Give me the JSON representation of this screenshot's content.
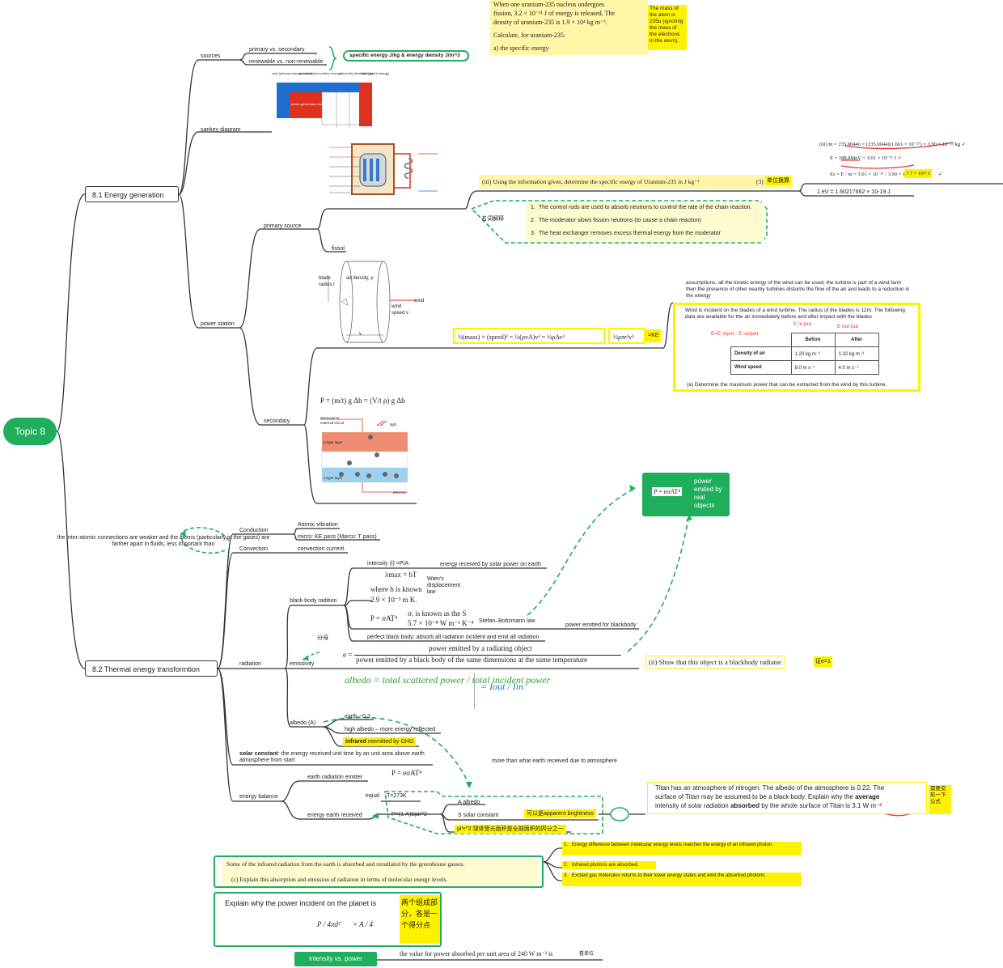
{
  "root": "Topic 8",
  "s81": {
    "title": "8.1 Energy generation",
    "sources": "sources",
    "primary_vs_secondary": "primary vs. secondary",
    "renewable": "renewable vs. non-renewable",
    "specific_energy_pill": "specific energy J/kg & energy density J/m^3",
    "uranium_q": {
      "line1": "When one uranium-235 nucleus undergoes",
      "line2": "fission, 3.2 × 10⁻¹¹ J of energy is released. The",
      "line3": "density of uranium-235 is 1.9 × 10⁴ kg m⁻³.",
      "line4": "Calculate, for uranium-235:",
      "part_a": "a)   the specific energy",
      "note": "The mass of the atom is 235u (ignoring the mass of the electrons in the atom)."
    },
    "sankey": "sankey diagram",
    "sankey_labels": {
      "coal": "coal (primary energy source)",
      "electricity2": "electricity (secondary energy)",
      "electricity3": "electricity (final energy)",
      "light": "light (useful energy)",
      "ppl": "power-generation losses"
    },
    "primary_source": "primary source",
    "fissol": "fissol",
    "q_iii": "(iii) Using the information given, determine the specific energy of Uranium-235 in J kg⁻¹",
    "q_iii_marks": "[3]",
    "q_iii_note": "单位换算",
    "ev": "1 eV = 1.60217662 × 10-19 J",
    "calc": {
      "l1": "(iii) m = 235.0044u = (235.0044)(1.661 × 10⁻²⁷) = 3.90 × 10⁻²⁵ kg ✓",
      "l2": "E = 188.8MeV = 3.01 × 10⁻¹¹ J ✓",
      "l3": "Es = E / m = 3.01 × 10⁻¹¹ / 3.90 × 10⁻²⁵ =",
      "l3_ans": "7.7 × 10¹³ J",
      "tick": "✓"
    },
    "terms_label": "名词解释",
    "terms": [
      {
        "n": "1.",
        "t": "The control rods are used to absorb neutrons to control the rate of the chain reaction."
      },
      {
        "n": "2.",
        "t": "The moderator slows fission neutrons (to cause a chain reaction)"
      },
      {
        "n": "3.",
        "t": "The heat exchanger removes excess thermal energy from the moderator"
      }
    ],
    "power_station": "power station",
    "secondary": "secondary",
    "wind_labels": {
      "blade": "blade radius r",
      "air": "air density, ρ",
      "wind": "wind",
      "speed": "wind speed v",
      "v": "v"
    },
    "wind_formula": "½(mass) × (speed)² = ½(ρvA)v² = ½ρAv³",
    "wind_formula2": "½ρπr²v³",
    "wind_ke": "=KE",
    "assumptions": "assumptions: all the kinetic energy of the wind can be used; the turbine is part of a wind farm then the presence of other nearby turbines disturbs the flow of the air and leads to a reduction in the energy",
    "wind_q": {
      "text": "Wind is incident on the blades of a wind turbine. The radius of the blades is 12m. The following data are available for the air immediately before and after impact with the blades",
      "ein": "E in put",
      "eout": "E out put",
      "eq": "E=E input - E output",
      "headers": [
        "",
        "Before",
        "After"
      ],
      "rows": [
        [
          "Density of air",
          "1.20 kg m⁻³",
          "1.32 kg m⁻³"
        ],
        [
          "Wind speed",
          "8.0 m s⁻¹",
          "4.0 m s⁻¹"
        ]
      ],
      "part_a": "(a)      Determine the maximum power that can be extracted from the wind by this turbine."
    },
    "hydro_formula": "P = (m/t) g Δh = (V/t ρ) g Δh",
    "solar_labels": {
      "el": "electrons to external circuit",
      "light": "light",
      "p": "p-type layer",
      "n": "n-type layer",
      "electron": "electron"
    }
  },
  "s82": {
    "title": "8.2 Thermal energy transformtion",
    "conduction": "Conduction",
    "convection": "Convection",
    "atomic": "Atomic vibration",
    "micro": "micro: KE pass (Marco: T pass)",
    "conv_current": "convection current.",
    "fluids_note": "the inter-atomic connections are weaker and the atoms (particularly in the gases) are farther apart in fluids, less important than",
    "radiation": "radiation",
    "intensity": "intensity (i)   =P/A",
    "solar_recv": "energy received by solar power on earth",
    "bbr": "black body radition",
    "wien_formula": "λmax = bT",
    "wien_b": "where b is known",
    "wien_val": "2.9 × 10⁻³ m K.",
    "wien": "Wien's displacement law",
    "stefan_formula": "P = σAT⁴",
    "sigma": "σ, is known as the S",
    "sigma_val": "5.7 × 10⁻⁸ W m⁻² K⁻⁴",
    "stefan": "Stefan–Boltzmann law",
    "power_bb": "power emitted for blackbody",
    "perfect_bb": "perfect black body: absorb all radiation incident and emit all radiation",
    "real_formula": "P = eσAT⁴",
    "real_label": "power emited by real objects",
    "fenmu": "分母",
    "emissivity": "emissivity",
    "emis_num": "power emitted by a radiating object",
    "emis_den": "power emitted by a black body of the same dimensions at the same temperature",
    "emis_e": "e =",
    "emis_q": "(ii) Show that this object is a blackbody radiator.",
    "emis_q_note": "证e=1",
    "albedo_hand": "albedo = total scattered power / total incident power",
    "albedo_hand_r": "= Iout / Iin",
    "albedo": "albedo (A)",
    "earth03": "earth ~0.3",
    "high_albedo": "high albedo – more energy reflected",
    "infrared": "infrared",
    "reemitted": "reemitted by GHG",
    "solar_const_bold": "solar constant",
    "solar_const": ": the energy received unit time by an unit area above earth atmosphere from start",
    "more_than": "more than what earth received due to atmosphere",
    "energy_balance": "energy balance",
    "earth_emitter": "earth radiation emitter",
    "earth_formula": "P = eσAT⁴",
    "equal": "equal",
    "t273": "T=273K",
    "received": "energy earth received",
    "p_formula": "P=(1-A)Spir^2",
    "a_albedo": "A albedo",
    "s_solar": "S solar constant",
    "apparent": "可以是apparent brightness",
    "pir2": "pi*r^2 球体受光面积是全部面积的四分之一",
    "titan": {
      "l1": "Titan has an atmosphere of nitrogen. The albedo of the atmosphere is 0.22. The",
      "l2": "surface of Titan may be assumed to be a black body. Explain why the",
      "bold1": "average",
      "l3": "intensity of solar radiation",
      "bold2": "absorbed",
      "l4": "by the whole surface of Titan is",
      "val": "3.1 W m⁻²",
      "note": "需要变形一下公式"
    },
    "ghg_q": {
      "l1": "Some of the infrared radiation from the earth is absorbed and reradiated by the greenhouse gasses.",
      "l2": "(c) Explain this absorption and emission of radiation in terms of molecular energy levels."
    },
    "ghg_a": [
      {
        "n": "1.",
        "t": "Energy difference between molecular energy levels matches the energy of an infrared photon."
      },
      {
        "n": "2.",
        "t": "Infrared photons are absorbed."
      },
      {
        "n": "3.",
        "t": "Excited gas molecules returns to their lower energy states and emit the absorbed photons."
      }
    ],
    "explain_q": "Explain why the power incident on the planet is",
    "explain_formula_l": "P / 4πd²",
    "explain_formula_r": "× A / 4",
    "explain_note": "两个组成部分，各是一个得分点",
    "intensity_power": "intensity vs. power",
    "q240": "the value for power absorbed per unit area of 240 W m⁻² is",
    "q240_note": "看单位"
  },
  "colors": {
    "green": "#1fae5b",
    "yellow": "#fff200",
    "red": "#e53935",
    "blue": "#1565c0"
  }
}
